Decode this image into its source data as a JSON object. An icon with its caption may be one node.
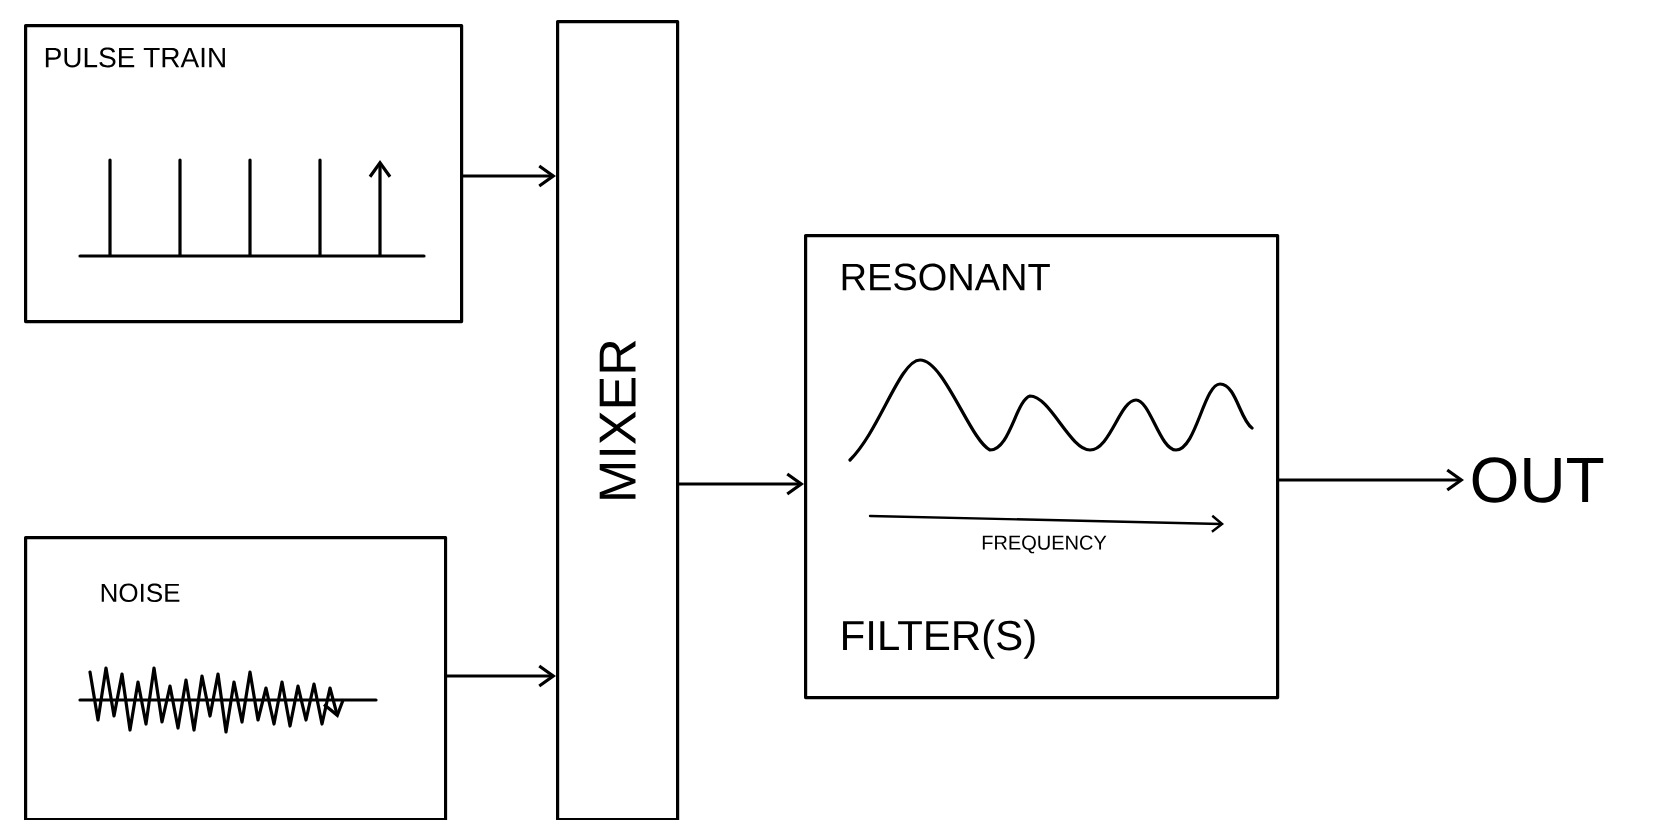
{
  "diagram": {
    "nodes": [
      {
        "text": [
          "PULSE TRAIN"
        ]
      },
      {
        "text": [
          "NOISE"
        ]
      },
      {
        "text": [
          "MIXER"
        ]
      },
      {
        "text": [
          "RESONANT",
          "FILTER(S)"
        ]
      },
      {
        "text": [
          "OUT"
        ]
      }
    ],
    "edges": [
      {
        "from": 0,
        "to": 2,
        "arrow": "to"
      },
      {
        "from": 1,
        "to": 2,
        "arrow": "to"
      },
      {
        "from": 2,
        "to": 3,
        "arrow": "to"
      },
      {
        "from": 3,
        "to": 4,
        "arrow": "to"
      }
    ],
    "labels": [
      "FREQUENCY"
    ]
  }
}
